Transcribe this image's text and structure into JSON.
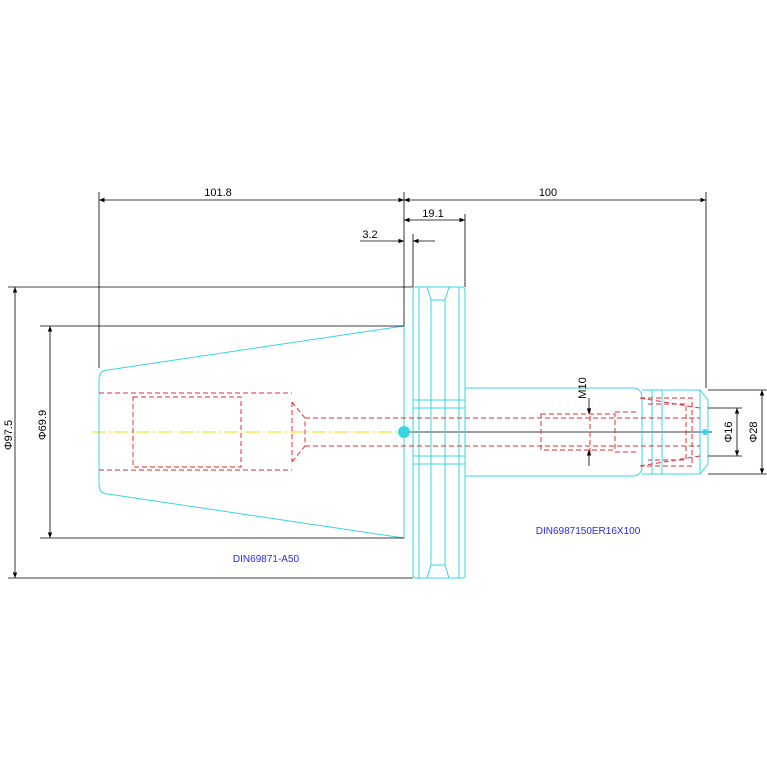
{
  "colors": {
    "outline": "#39d4e6",
    "hidden": "#e23030",
    "dimension": "#000000",
    "centerline": "#e8e000",
    "label": "#2b2bd6"
  },
  "dimensions": {
    "left_length": "101.8",
    "right_length": "100",
    "flange_width": "19.1",
    "offset": "3.2",
    "outer_diameter": "Φ97.5",
    "taper_diameter": "Φ69.9",
    "thread": "M10",
    "bore_diameter": "Φ16",
    "nose_diameter": "Φ28"
  },
  "labels": {
    "taper_standard": "DIN69871-A50",
    "holder_spec": "DIN6987150ER16X100"
  }
}
